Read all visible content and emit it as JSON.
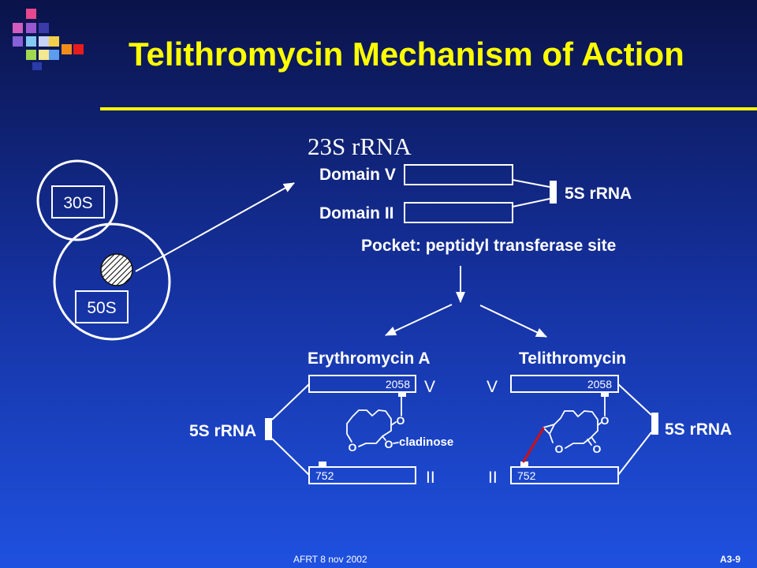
{
  "slide": {
    "title": "Telithromycin Mechanism of Action",
    "footer_left": "AFRT 8 nov 2002",
    "footer_right": "A3-9"
  },
  "ribosome": {
    "small_subunit": "30S",
    "large_subunit": "50S"
  },
  "rrna_23s": {
    "heading": "23S rRNA",
    "domain_v": "Domain V",
    "domain_ii": "Domain II",
    "rrna_5s": "5S rRNA",
    "pocket": "Pocket: peptidyl transferase site"
  },
  "erythromycin": {
    "name": "Erythromycin A",
    "domain_v_marker": "V",
    "domain_ii_marker": "II",
    "nucleotide_v": "2058",
    "nucleotide_ii": "752",
    "rrna_5s": "5S rRNA",
    "oxygen_ester": "O",
    "oxygen_ring": "O",
    "oxygen_glycosidic": "O",
    "sugar": "cladinose"
  },
  "telithromycin": {
    "name": "Telithromycin",
    "domain_v_marker": "V",
    "domain_ii_marker": "II",
    "nucleotide_v": "2058",
    "nucleotide_ii": "752",
    "rrna_5s": "5S rRNA",
    "oxygen_ester": "O",
    "oxygen_ring": "O",
    "oxygen_carbonyl": "O"
  },
  "colors": {
    "background_top": "#0a1349",
    "background_mid": "#15319f",
    "background_bottom": "#1f51e0",
    "title": "#ffff00",
    "rule": "#ffff00",
    "telithromycin_contact": "#d01010"
  },
  "decor": {
    "colors": [
      "#e8488e",
      "#d25cc0",
      "#9a58d0",
      "#3a3aa8",
      "#8860d8",
      "#84c8f4",
      "#c8d2f6",
      "#f4d048",
      "#f08c1c",
      "#e81c1c",
      "#a0d850",
      "#f4e890",
      "#5a9cf0",
      "#2a3ca8"
    ]
  }
}
